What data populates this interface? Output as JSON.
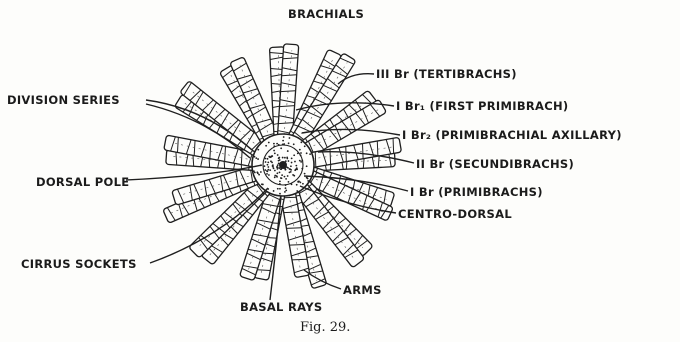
{
  "figure": {
    "caption": "Fig. 29.",
    "labels": {
      "brachials": "BRACHIALS",
      "tertibrachs": "III Br (TERTIBRACHS)",
      "first_primibrach": "I Br₁ (FIRST PRIMIBRACH)",
      "primibrachial_axillary": "I Br₂ (PRIMIBRACHIAL AXILLARY)",
      "secundibrachs": "II Br (SECUNDIBRACHS)",
      "primibrachs": "I Br (PRIMIBRACHS)",
      "centro_dorsal": "CENTRO-DORSAL",
      "division_series": "DIVISION SERIES",
      "dorsal_pole": "DORSAL POLE",
      "cirrus_sockets": "CIRRUS SOCKETS",
      "arms": "ARMS",
      "basal_rays": "BASAL RAYS"
    }
  }
}
